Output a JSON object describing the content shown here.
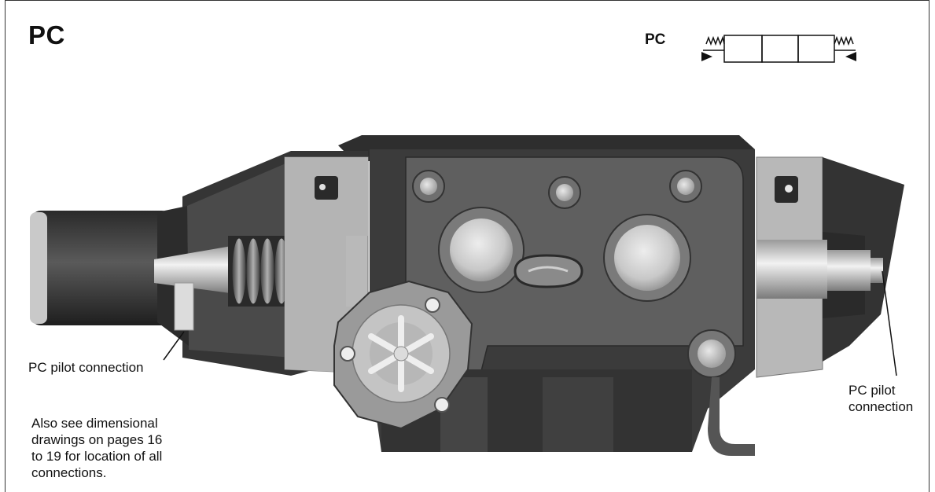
{
  "header": {
    "title": "PC",
    "symbol_label": "PC"
  },
  "callouts": {
    "left_pilot": "PC pilot connection",
    "right_pilot_line1": "PC pilot",
    "right_pilot_line2": "connection"
  },
  "note": {
    "lines": [
      "Also see dimensional",
      "drawings on pages 16",
      "to 19 for location of all",
      "connections."
    ]
  },
  "colors": {
    "body_dark": "#3a3a3a",
    "body_mid": "#6e6e6e",
    "metal_light": "#d2d2d2",
    "line": "#111111"
  }
}
